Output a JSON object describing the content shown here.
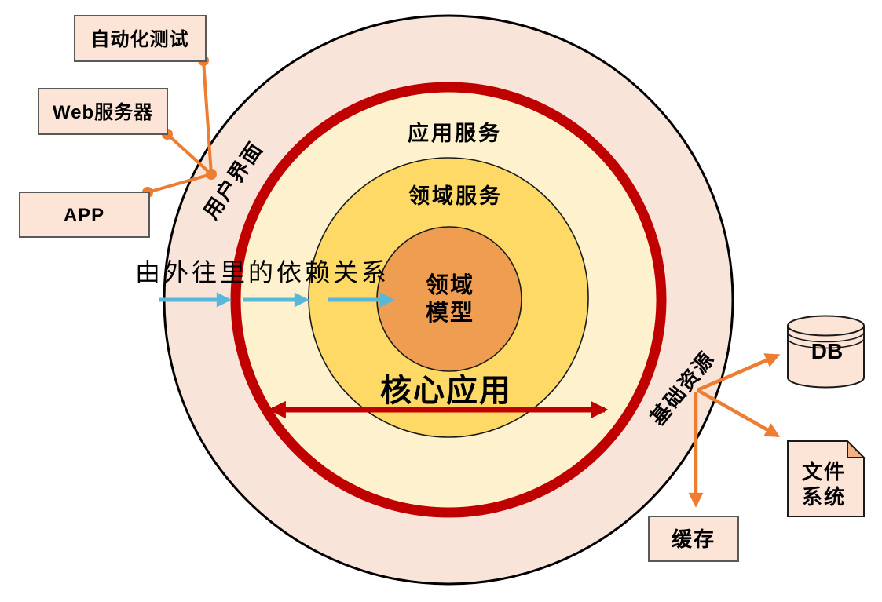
{
  "layers": {
    "application_service": "应用服务",
    "domain_service": "领域服务",
    "domain_model": [
      "领域",
      "模型"
    ],
    "core_application": "核心应用",
    "user_interface": "用户界面",
    "infrastructure": "基础资源"
  },
  "annotation": {
    "dependency_direction": "由外往里的依赖关系"
  },
  "external_left": [
    {
      "label": "自动化测试"
    },
    {
      "label": "Web服务器"
    },
    {
      "label": "APP"
    }
  ],
  "external_right": {
    "db": "DB",
    "file_system": [
      "文件",
      "系统"
    ],
    "cache": "缓存"
  },
  "colors": {
    "outer_ring_fill": "#F9E4DA",
    "core_ring_stroke": "#C00000",
    "app_service_fill": "#FDF2CD",
    "domain_service_fill": "#FFD965",
    "domain_model_fill": "#EF9D51",
    "connector_orange": "#ED7D31",
    "dependency_arrow_cyan": "#58B8D8",
    "red_span_arrow": "#C00000",
    "node_fill": "#FCE4D6",
    "fold_fill": "#F4B183"
  }
}
